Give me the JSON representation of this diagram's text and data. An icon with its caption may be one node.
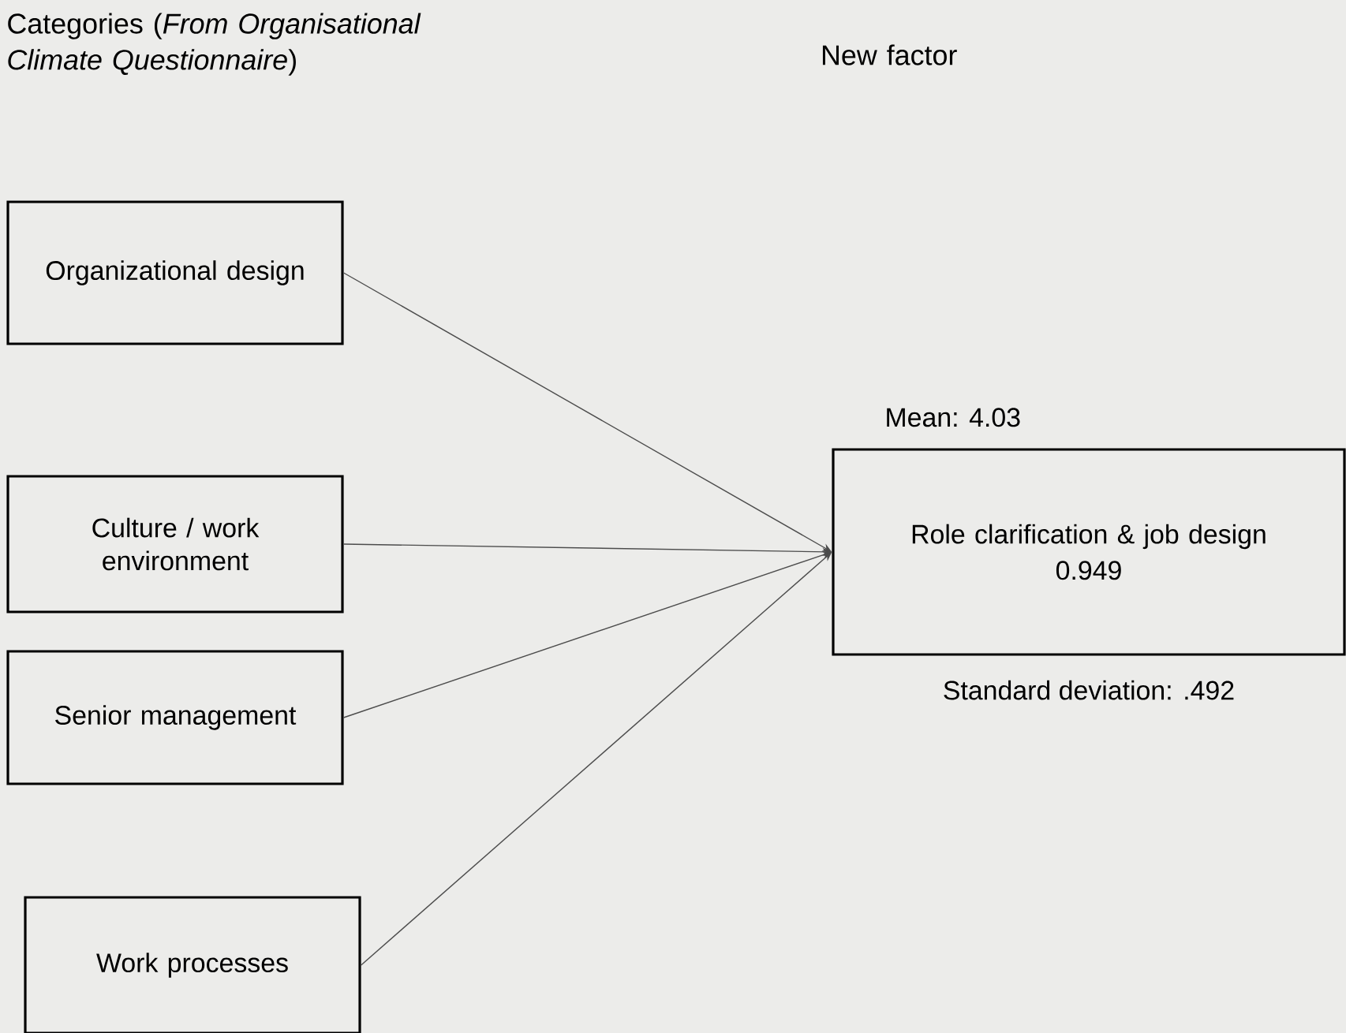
{
  "diagram": {
    "nodes": [
      {
        "text": [
          "Organizational design"
        ]
      },
      {
        "text": [
          "Culture / work environment"
        ]
      },
      {
        "text": [
          "Senior management"
        ]
      },
      {
        "text": [
          "Work processes"
        ]
      },
      {
        "text": [
          "Role clarification & job design",
          "0.949"
        ],
        "beside": [
          "Mean: 4.03",
          "Standard deviation: .492"
        ]
      }
    ],
    "edges": [
      {
        "from": 0,
        "to": 4,
        "arrow": "to"
      },
      {
        "from": 1,
        "to": 4,
        "arrow": "to"
      },
      {
        "from": 2,
        "to": 4,
        "arrow": "to"
      },
      {
        "from": 3,
        "to": 4,
        "arrow": "to"
      }
    ],
    "labels": [
      "Categories (*From Organisational Climate Questionnaire*)",
      "New factor"
    ]
  }
}
